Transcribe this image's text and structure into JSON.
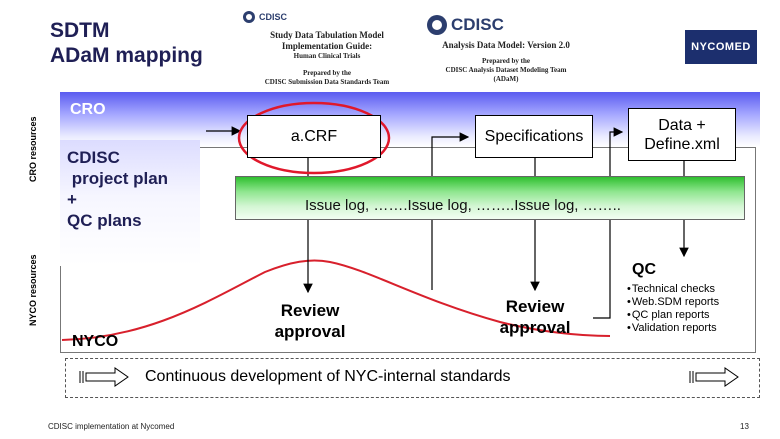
{
  "title": {
    "line1": "SDTM",
    "line2": "ADaM mapping"
  },
  "sdtm_doc": {
    "logo": "CDISC",
    "line1": "Study Data Tabulation Model",
    "line2": "Implementation Guide:",
    "line3": "Human Clinical Trials",
    "prepared1": "Prepared by the",
    "prepared2": "CDISC Submission Data Standards Team"
  },
  "adam_doc": {
    "logo": "CDISC",
    "line1": "Analysis Data Model: Version 2.0",
    "prepared1": "Prepared by the",
    "prepared2": "CDISC Analysis Dataset Modeling Team",
    "prepared3": "(ADaM)"
  },
  "company_logo": "NYCOMED",
  "side_labels": {
    "cro": "CRO resources",
    "nyco": "NYCO resources"
  },
  "cro_label": "CRO",
  "nyco_label": "NYCO",
  "cdisc_block": {
    "line1": "CDISC",
    "line2": " project plan",
    "line3": "+",
    "line4": "QC plans"
  },
  "boxes": {
    "acrf": "a.CRF",
    "specs": "Specifications",
    "data_line1": "Data +",
    "data_line2": "Define.xml"
  },
  "issue_log": "Issue log, …….Issue log, ……..Issue log, ……..",
  "qc": {
    "label": "QC",
    "items": [
      "Technical checks",
      "Web.SDM reports",
      "QC plan reports",
      "Validation reports"
    ]
  },
  "review1": {
    "line1": "Review",
    "line2": "approval"
  },
  "review2": {
    "line1": "Review",
    "line2": "approval"
  },
  "standards": "Continuous development of NYC-internal standards",
  "footer": "CDISC implementation at Nycomed",
  "page_number": "13",
  "colors": {
    "cro_band": "#5b5cf0",
    "issue_band": "#2fbf2f",
    "highlight": "#e0182b",
    "title": "#1f1f55",
    "company_logo_bg": "#1c2f6e"
  }
}
